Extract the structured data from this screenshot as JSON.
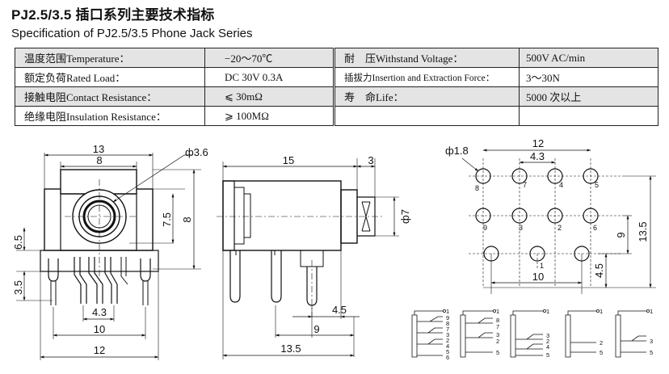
{
  "title_cn": "PJ2.5/3.5 插口系列主要技术指标",
  "title_en": "Specification of PJ2.5/3.5 Phone Jack Series",
  "spec_rows": [
    {
      "l1": "温度范围Temperature：",
      "v1": "−20～70℃",
      "l2": "耐　压Withstand Voltage：",
      "v2": "500V AC/min"
    },
    {
      "l1": "额定负荷Rated Load：",
      "v1": "DC 30V 0.3A",
      "l2": "插拔力Insertion and Extraction Force：",
      "v2": "3～30N"
    },
    {
      "l1": "接触电阻Contact Resistance：",
      "v1": "⩽ 30mΩ",
      "l2": "寿　命Life：",
      "v2": "5000 次以上"
    },
    {
      "l1": "绝缘电阻Insulation Resistance：",
      "v1": "⩾ 100MΩ",
      "l2": "",
      "v2": ""
    }
  ],
  "front_dims": {
    "w13": "13",
    "w8": "8",
    "d36": "ф3.6",
    "h75": "7.5",
    "h8": "8",
    "h65": "6.5",
    "h35": "3.5",
    "w43": "4.3",
    "w10": "10",
    "w12": "12"
  },
  "side_dims": {
    "w15": "15",
    "w3": "3",
    "d7": "ф7",
    "w45": "4.5",
    "w9": "9",
    "w135": "13.5"
  },
  "footprint_dims": {
    "d18": "ф1.8",
    "w12": "12",
    "w43": "4.3",
    "h135": "13.5",
    "h9": "9",
    "h45": "4.5",
    "w10": "10"
  },
  "footprint_pins": [
    "8",
    "7",
    "4",
    "5",
    "9",
    "3",
    "2",
    "6",
    "1"
  ],
  "schematics": [
    {
      "pins": [
        "1",
        "9",
        "8",
        "7",
        "3",
        "2",
        "4",
        "5",
        "6"
      ]
    },
    {
      "pins": [
        "1",
        "8",
        "7",
        "3",
        "2",
        "5"
      ]
    },
    {
      "pins": [
        "1",
        "3",
        "2",
        "4",
        "5"
      ]
    },
    {
      "pins": [
        "1",
        "2",
        "5"
      ]
    },
    {
      "pins": [
        "1",
        "3",
        "5"
      ]
    }
  ]
}
